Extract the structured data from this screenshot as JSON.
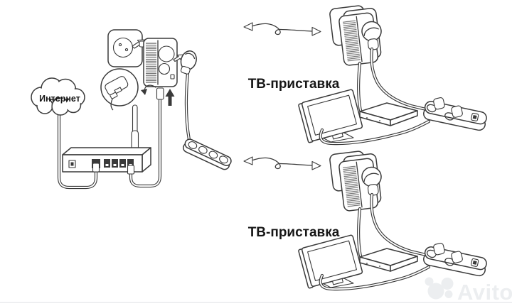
{
  "diagram": {
    "internet_label": "Интернет",
    "tv_setup_top_label": "ТВ-приставка",
    "tv_setup_bottom_label": "ТВ-приставка"
  },
  "watermark": {
    "text": "Avito"
  },
  "colors": {
    "line": "#3a3a3a",
    "label": "#161616",
    "watermark": "#eceef0",
    "background": "#ffffff"
  }
}
